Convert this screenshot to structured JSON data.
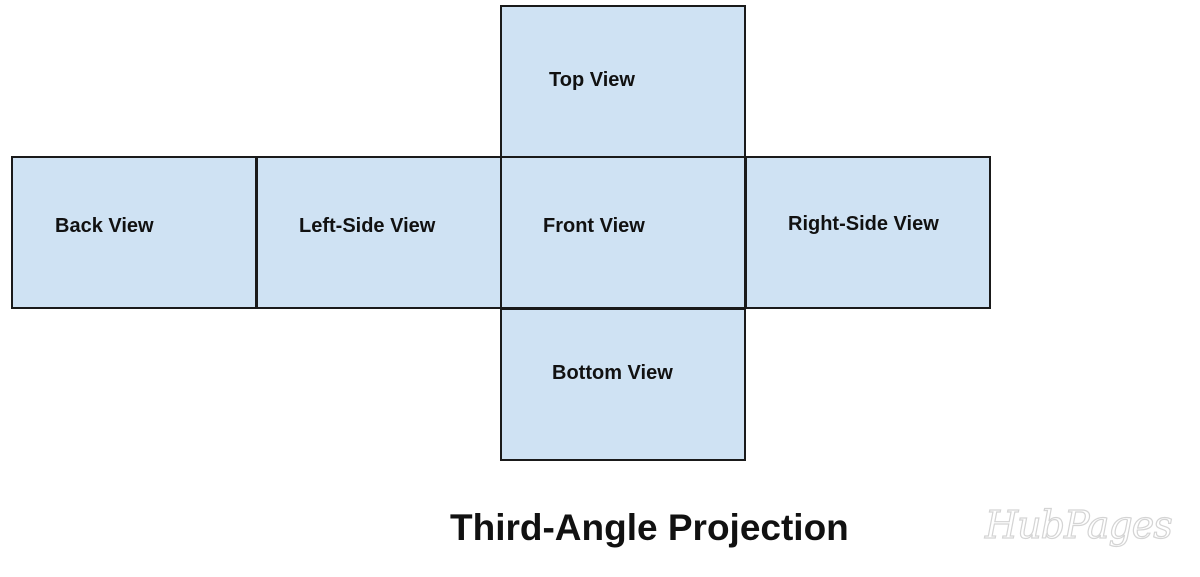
{
  "diagram": {
    "views": {
      "top": "Top View",
      "back": "Back View",
      "left_side": "Left-Side View",
      "front": "Front View",
      "right_side": "Right-Side View",
      "bottom": "Bottom View"
    },
    "title": "Third-Angle Projection",
    "watermark": "HubPages",
    "colors": {
      "box_fill": "#cfe2f3",
      "box_border": "#1a1a1a",
      "text": "#111111"
    }
  }
}
